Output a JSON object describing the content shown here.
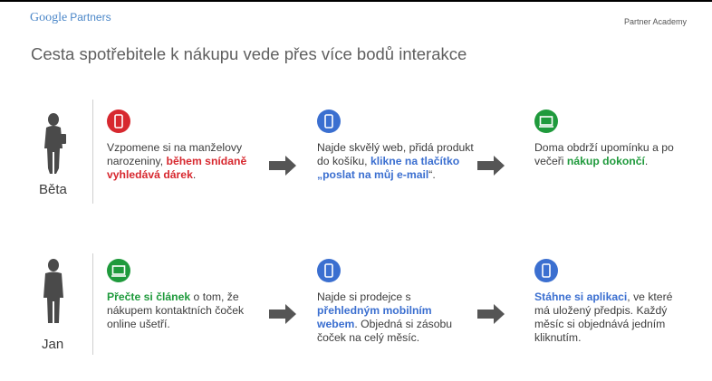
{
  "header": {
    "logo_google": "Google",
    "logo_partners": "Partners",
    "academy": "Partner Academy",
    "headline": "Cesta spotřebitele k nákupu vede přes více bodů interakce"
  },
  "colors": {
    "red": "#d7282f",
    "blue": "#3b6fd0",
    "green": "#1f9a3c"
  },
  "rows": [
    {
      "name": "Běta",
      "steps": [
        {
          "icon": "phone-icon",
          "color": "red",
          "parts": [
            {
              "t": "Vzpomene si na manželovy narozeniny, ",
              "b": false
            },
            {
              "t": "během snídaně vyhledává dárek",
              "b": true
            },
            {
              "t": ".",
              "b": false
            }
          ]
        },
        {
          "icon": "phone-icon",
          "color": "blue",
          "parts": [
            {
              "t": "Najde skvělý web, přidá produkt do košíku, ",
              "b": false
            },
            {
              "t": "klikne na tlačítko „poslat na můj e-mail",
              "b": true
            },
            {
              "t": "“.",
              "b": false
            }
          ]
        },
        {
          "icon": "laptop-icon",
          "color": "green",
          "parts": [
            {
              "t": "Doma obdrží upomínku a po večeři ",
              "b": false
            },
            {
              "t": "nákup dokončí",
              "b": true
            },
            {
              "t": ".",
              "b": false
            }
          ]
        }
      ]
    },
    {
      "name": "Jan",
      "steps": [
        {
          "icon": "laptop-icon",
          "color": "green",
          "parts": [
            {
              "t": "Přečte si článek",
              "b": true
            },
            {
              "t": " o tom, že nákupem kontaktních čoček online ušetří.",
              "b": false
            }
          ]
        },
        {
          "icon": "phone-icon",
          "color": "blue",
          "parts": [
            {
              "t": "Najde si prodejce s ",
              "b": false
            },
            {
              "t": "přehledným mobilním webem",
              "b": true
            },
            {
              "t": ". Objedná si zásobu čoček na celý měsíc.",
              "b": false
            }
          ]
        },
        {
          "icon": "phone-icon",
          "color": "blue",
          "parts": [
            {
              "t": "Stáhne si aplikaci",
              "b": true
            },
            {
              "t": ", ve které má uložený předpis. Každý měsíc si objednává jedním kliknutím.",
              "b": false
            }
          ]
        }
      ]
    }
  ]
}
